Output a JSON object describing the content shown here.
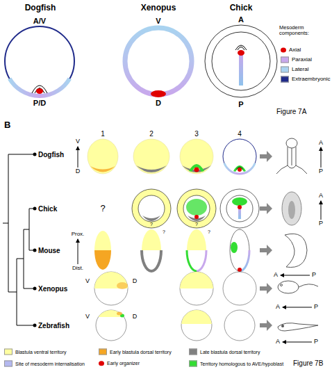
{
  "diagram": {
    "labels": [
      "Dogfish",
      "Xenopus",
      "Chick",
      "A/V",
      "P/D",
      "V",
      "D",
      "A",
      "P",
      "Mesoderm components:",
      "Figure 7A",
      "B",
      "1",
      "2",
      "3",
      "4",
      "Dogfish",
      "Chick",
      "Mouse",
      "Xenopus",
      "Zebrafish",
      "V",
      "D",
      "A",
      "P",
      "?",
      "?",
      "?",
      "A",
      "P",
      "Prox.",
      "Dist.",
      "?",
      "?",
      "A",
      "P",
      "V",
      "D",
      "A",
      "P",
      "V",
      "D",
      "A",
      "P",
      "Figure 7B"
    ],
    "legend": [
      {
        "text": "Axial",
        "color": "#e00000"
      },
      {
        "text": "Paraxial",
        "color": "#c8a8ec"
      },
      {
        "text": "Lateral",
        "color": "#a9d3f0"
      },
      {
        "text": "Extraembryonic",
        "color": "#1f2a8a"
      },
      {
        "text": "Blastula ventral territory",
        "color": "#ffffa0"
      },
      {
        "text": "Early blastula dorsal territory",
        "color": "#f5a623"
      },
      {
        "text": "Late blastula dorsal territory",
        "color": "#808080"
      },
      {
        "text": "Site of mesoderm internalisation",
        "color": "#b4b8f0"
      },
      {
        "text": "Early organizer",
        "color": "#e00000"
      },
      {
        "text": "Territory homologous to AVE/hypoblast",
        "color": "#33dd33"
      }
    ]
  }
}
